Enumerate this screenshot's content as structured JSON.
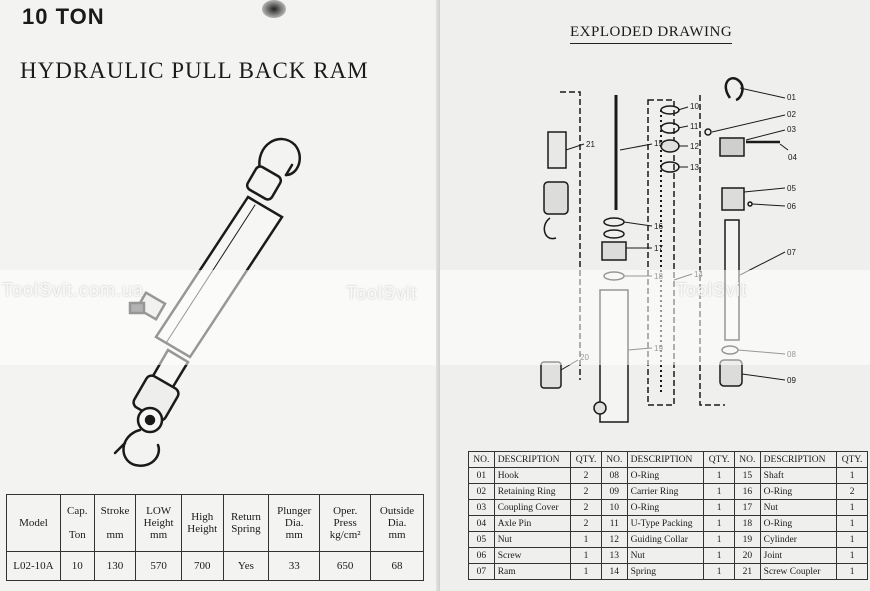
{
  "left_page": {
    "capacity_heading": "10 TON",
    "title": "HYDRAULIC PULL BACK RAM",
    "watermark_left": "ToolSvit.com.ua",
    "watermark_right": "ToolSvit",
    "spec_table": {
      "headers": {
        "model": "Model",
        "cap_top": "Cap.",
        "cap_unit": "Ton",
        "stroke_top": "Stroke",
        "stroke_unit": "mm",
        "low_top": "LOW Height",
        "low_unit": "mm",
        "high_top": "High Height",
        "return_top": "Return Spring",
        "plunger_top": "Plunger Dia.",
        "plunger_unit": "mm",
        "press_top": "Oper. Press",
        "press_unit": "kg/cm²",
        "outside_top": "Outside Dia.",
        "outside_unit": "mm"
      },
      "row": {
        "model": "L02-10A",
        "cap": "10",
        "stroke": "130",
        "low": "570",
        "high": "700",
        "return_spring": "Yes",
        "plunger": "33",
        "press": "650",
        "outside": "68"
      }
    }
  },
  "right_page": {
    "exploded_title": "EXPLODED DRAWING",
    "watermark": "ToolSvit",
    "callouts": [
      "01",
      "02",
      "03",
      "04",
      "05",
      "06",
      "07",
      "08",
      "09",
      "10",
      "11",
      "12",
      "13",
      "14",
      "15",
      "16",
      "17",
      "18",
      "19",
      "20",
      "21"
    ],
    "parts_table": {
      "headers": [
        "NO.",
        "DESCRIPTION",
        "QTY.",
        "NO.",
        "DESCRIPTION",
        "QTY.",
        "NO.",
        "DESCRIPTION",
        "QTY."
      ],
      "rows": [
        [
          "01",
          "Hook",
          "2",
          "08",
          "O-Ring",
          "1",
          "15",
          "Shaft",
          "1"
        ],
        [
          "02",
          "Retaining Ring",
          "2",
          "09",
          "Carrier Ring",
          "1",
          "16",
          "O-Ring",
          "2"
        ],
        [
          "03",
          "Coupling Cover",
          "2",
          "10",
          "O-Ring",
          "1",
          "17",
          "Nut",
          "1"
        ],
        [
          "04",
          "Axle Pin",
          "2",
          "11",
          "U-Type Packing",
          "1",
          "18",
          "O-Ring",
          "1"
        ],
        [
          "05",
          "Nut",
          "1",
          "12",
          "Guiding Collar",
          "1",
          "19",
          "Cylinder",
          "1"
        ],
        [
          "06",
          "Screw",
          "1",
          "13",
          "Nut",
          "1",
          "20",
          "Joint",
          "1"
        ],
        [
          "07",
          "Ram",
          "1",
          "14",
          "Spring",
          "1",
          "21",
          "Screw Coupler",
          "1"
        ]
      ]
    }
  }
}
